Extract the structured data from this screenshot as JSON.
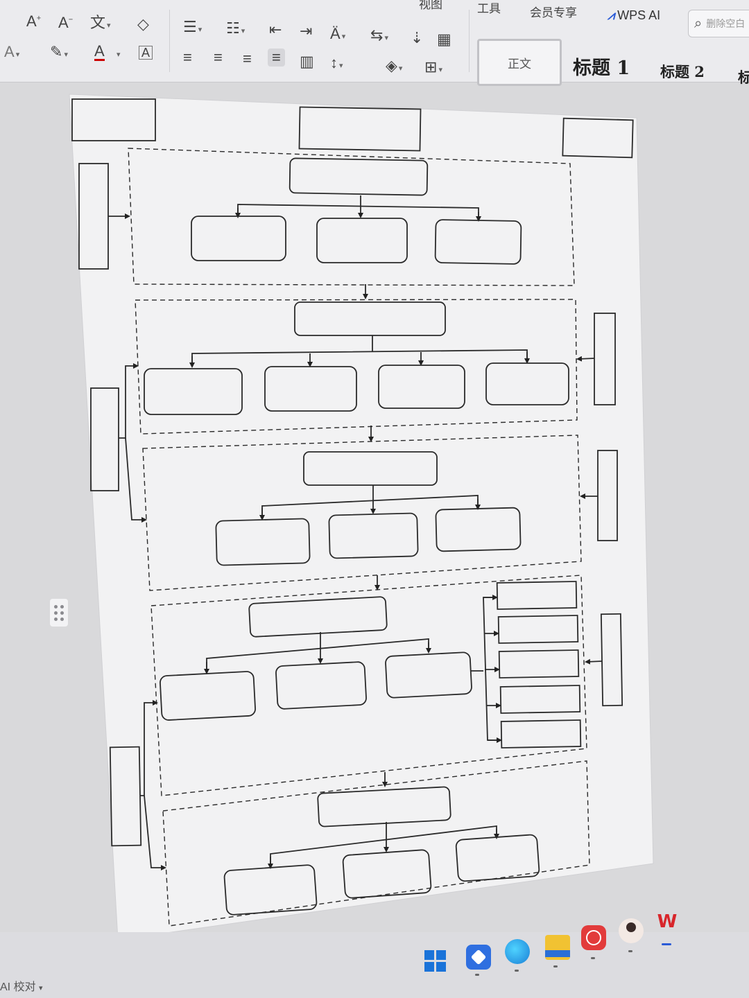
{
  "menu": {
    "tabs": [
      "视图",
      "工具",
      "会员专享"
    ],
    "wps_ai": "WPS AI",
    "search_placeholder": "删除空白"
  },
  "ribbon": {
    "font_icons": [
      "A⁺",
      "A⁻",
      "文",
      "◇"
    ],
    "styles": {
      "normal": "正文",
      "heading1": "标题 1",
      "heading2": "标题 2",
      "heading3_partial": "标"
    }
  },
  "status": {
    "proofread": "AI 校对"
  },
  "colors": {
    "accent": "#2a5bd7",
    "page": "#f2f2f3",
    "ribbon": "#ebebee",
    "wps_red": "#d8262b"
  },
  "flowchart": {
    "sections": 5,
    "section_child_counts": [
      3,
      4,
      3,
      3,
      3
    ],
    "side_list_boxes": 5,
    "labels": []
  },
  "taskbar": {
    "apps": [
      "windows-start",
      "notes-app",
      "edge-browser",
      "file-explorer",
      "record-app",
      "avatar-app",
      "wps-office"
    ]
  }
}
